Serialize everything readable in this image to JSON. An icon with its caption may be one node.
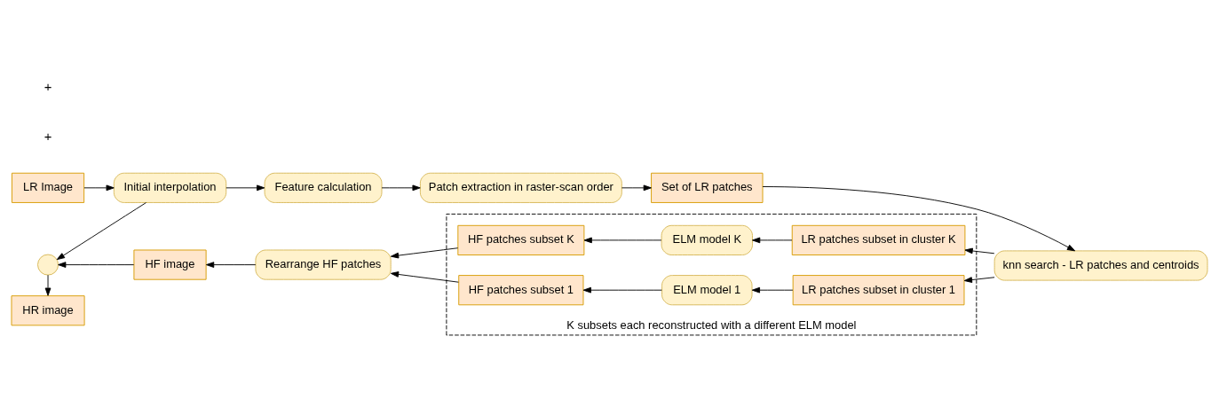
{
  "diagram": {
    "nodes": [
      {
        "text": [
          "LR Image"
        ]
      },
      {
        "text": [
          "Initial interpolation"
        ]
      },
      {
        "text": [
          "Feature calculation"
        ]
      },
      {
        "text": [
          "Patch extraction in raster-scan order"
        ]
      },
      {
        "text": [
          "Set of LR patches"
        ]
      },
      {
        "text": [
          "K subsets each reconstructed with a different ELM model"
        ]
      },
      {
        "text": [
          "HF patches subset 1"
        ],
        "in": 5
      },
      {
        "text": [
          "ELM model 1"
        ],
        "in": 5
      },
      {
        "text": [
          "LR patches subset in cluster 1"
        ],
        "in": 5
      },
      {
        "text": [
          "HF patches subset K"
        ],
        "in": 5
      },
      {
        "text": [
          "ELM model K"
        ],
        "in": 5
      },
      {
        "text": [
          "LR patches subset in cluster K"
        ],
        "in": 5
      },
      {
        "text": [
          "knn search - LR patches and centroids"
        ]
      },
      {
        "text": [
          "Rearrange HF patches"
        ]
      },
      {
        "text": [
          "HF image"
        ]
      },
      {
        "text": [],
        "shape": "circle"
      },
      {
        "text": [
          "HR image"
        ]
      }
    ],
    "edges": [
      {
        "from": 0,
        "to": 1,
        "arrow": "to"
      },
      {
        "from": 1,
        "to": 2,
        "arrow": "to"
      },
      {
        "from": 2,
        "to": 3,
        "arrow": "to"
      },
      {
        "from": 3,
        "to": 4,
        "arrow": "to"
      },
      {
        "from": 4,
        "to": 12,
        "arrow": "to"
      },
      {
        "from": 12,
        "to": 8,
        "arrow": "to"
      },
      {
        "from": 12,
        "to": 11,
        "arrow": "to"
      },
      {
        "from": 8,
        "to": 7,
        "arrow": "to"
      },
      {
        "from": 7,
        "to": 6,
        "arrow": "to"
      },
      {
        "from": 11,
        "to": 10,
        "arrow": "to"
      },
      {
        "from": 10,
        "to": 9,
        "arrow": "to"
      },
      {
        "from": 6,
        "to": 13,
        "arrow": "to"
      },
      {
        "from": 9,
        "to": 13,
        "arrow": "to"
      },
      {
        "from": 13,
        "to": 14,
        "arrow": "to"
      },
      {
        "from": 14,
        "to": 15,
        "arrow": "to"
      },
      {
        "from": 1,
        "to": 15,
        "arrow": "to"
      },
      {
        "from": 15,
        "to": 16,
        "arrow": "to"
      }
    ],
    "labels": [
      "+",
      "+"
    ]
  }
}
